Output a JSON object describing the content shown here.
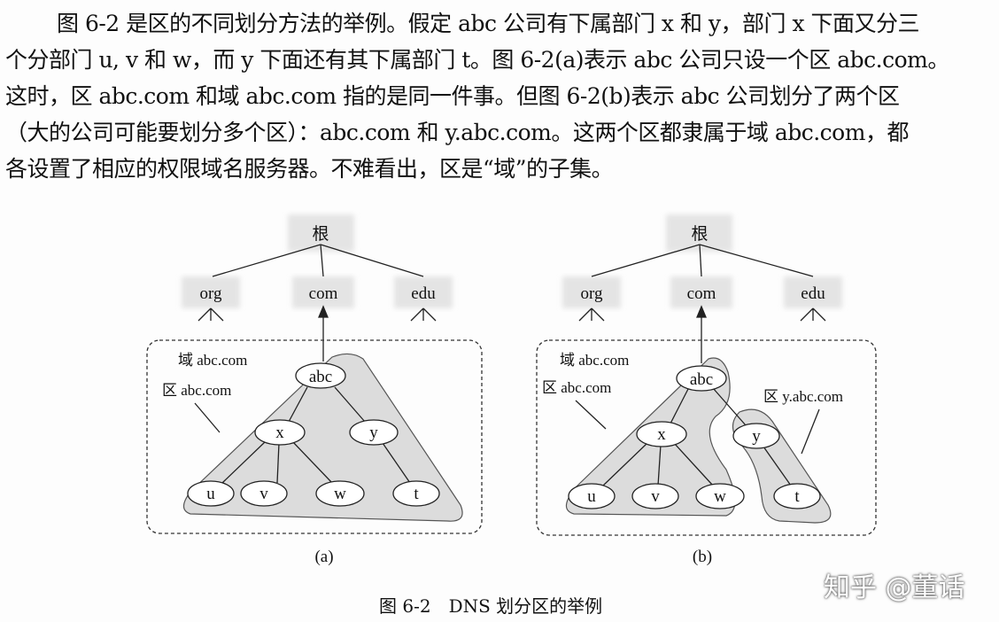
{
  "paragraph": [
    "图 6-2 是区的不同划分方法的举例。假定 abc 公司有下属部门 x 和 y，部门 x 下面又分三",
    "个分部门 u, v 和 w，而 y 下面还有其下属部门 t。图 6-2(a)表示 abc 公司只设一个区 abc.com。",
    "这时，区 abc.com 和域 abc.com 指的是同一件事。但图 6-2(b)表示 abc 公司划分了两个区",
    "（大的公司可能要划分多个区）：abc.com 和 y.abc.com。这两个区都隶属于域 abc.com，都",
    "各设置了相应的权限域名服务器。不难看出，区是“域”的子集。"
  ],
  "diagram": {
    "root": "根",
    "org": "org",
    "com": "com",
    "edu": "edu",
    "abc": "abc",
    "x": "x",
    "y": "y",
    "u": "u",
    "v": "v",
    "w": "w",
    "t": "t",
    "domain_label": "域 abc.com",
    "zone_label": "区 abc.com",
    "zone_y_label": "区 y.abc.com",
    "sub_a": "(a)",
    "sub_b": "(b)"
  },
  "caption": "图 6-2　DNS 划分区的举例",
  "watermark": "知乎 @董话"
}
